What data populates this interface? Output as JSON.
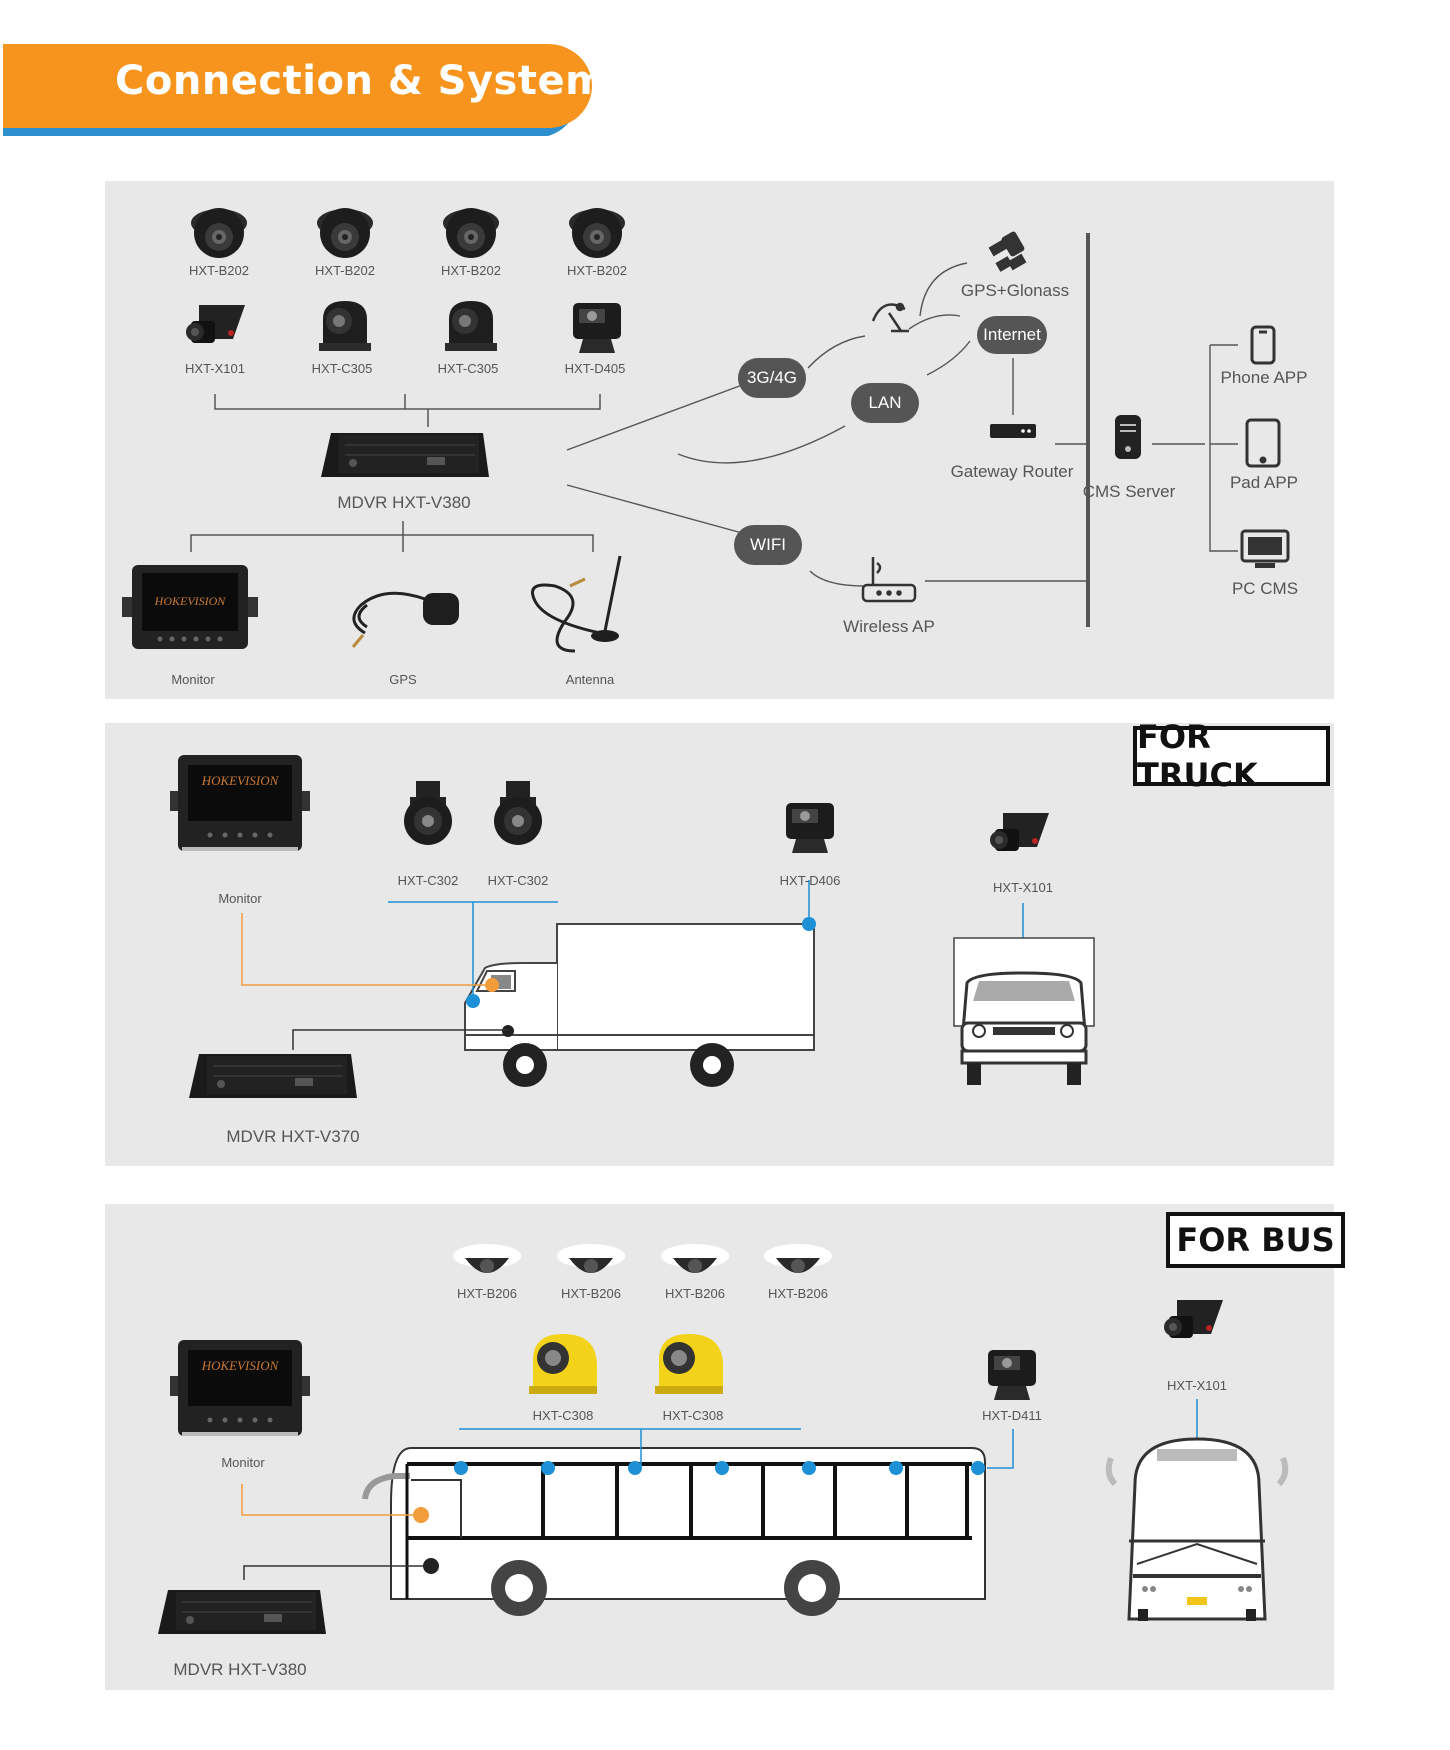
{
  "header": {
    "title": "Connection & System"
  },
  "system": {
    "dome_cameras": [
      "HXT-B202",
      "HXT-B202",
      "HXT-B202",
      "HXT-B202"
    ],
    "row2_cameras": [
      "HXT-X101",
      "HXT-C305",
      "HXT-C305",
      "HXT-D405"
    ],
    "mdvr_label": "MDVR   HXT-V380",
    "accessories": [
      "Monitor",
      "GPS",
      "Antenna"
    ],
    "network": {
      "n3g4g": "3G/4G",
      "lan": "LAN",
      "wifi": "WIFI",
      "internet": "Internet",
      "gps_glonass": "GPS+Glonass",
      "gateway_router": "Gateway Router",
      "wireless_ap": "Wireless AP",
      "cms_server": "CMS Server"
    },
    "clients": [
      "Phone APP",
      "Pad APP",
      "PC CMS"
    ],
    "monitor_brand": "HOKEVISION"
  },
  "truck": {
    "tag": "FOR TRUCK",
    "monitor_label": "Monitor",
    "monitor_brand": "HOKEVISION",
    "cameras": [
      "HXT-C302",
      "HXT-C302",
      "HXT-D406",
      "HXT-X101"
    ],
    "mdvr_label": "MDVR HXT-V370"
  },
  "bus": {
    "tag": "FOR BUS",
    "monitor_label": "Monitor",
    "monitor_brand": "HOKEVISION",
    "dome_cameras": [
      "HXT-B206",
      "HXT-B206",
      "HXT-B206",
      "HXT-B206"
    ],
    "side_cameras": [
      "HXT-C308",
      "HXT-C308"
    ],
    "rear_camera": "HXT-D411",
    "front_camera": "HXT-X101",
    "mdvr_label": "MDVR   HXT-V380"
  },
  "colors": {
    "banner_orange": "#f7941d",
    "banner_blue": "#2e8fcf",
    "panel": "#e8e8e8",
    "pill": "#555555",
    "node_blue": "#1e90d6",
    "wire_orange": "#f39c3a"
  }
}
